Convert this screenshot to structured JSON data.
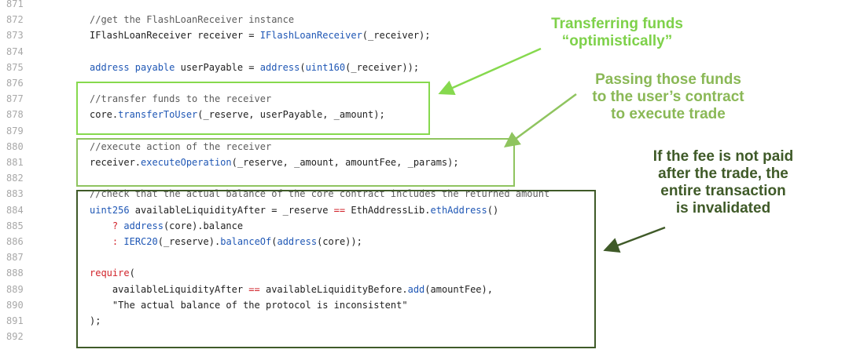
{
  "lines": [
    {
      "n": "871",
      "tokens": []
    },
    {
      "n": "872",
      "tokens": [
        {
          "t": "//get the FlashLoanReceiver instance",
          "c": "comment"
        }
      ]
    },
    {
      "n": "873",
      "tokens": [
        {
          "t": "IFlashLoanReceiver receiver = ",
          "c": "plain"
        },
        {
          "t": "IFlashLoanReceiver",
          "c": "fn"
        },
        {
          "t": "(_receiver);",
          "c": "plain"
        }
      ]
    },
    {
      "n": "874",
      "tokens": []
    },
    {
      "n": "875",
      "tokens": [
        {
          "t": "address payable",
          "c": "type"
        },
        {
          "t": " userPayable = ",
          "c": "plain"
        },
        {
          "t": "address",
          "c": "type"
        },
        {
          "t": "(",
          "c": "plain"
        },
        {
          "t": "uint160",
          "c": "type"
        },
        {
          "t": "(_receiver));",
          "c": "plain"
        }
      ]
    },
    {
      "n": "876",
      "tokens": []
    },
    {
      "n": "877",
      "tokens": [
        {
          "t": "//transfer funds to the receiver",
          "c": "comment"
        }
      ]
    },
    {
      "n": "878",
      "tokens": [
        {
          "t": "core.",
          "c": "plain"
        },
        {
          "t": "transferToUser",
          "c": "fn"
        },
        {
          "t": "(_reserve, userPayable, _amount);",
          "c": "plain"
        }
      ]
    },
    {
      "n": "879",
      "tokens": []
    },
    {
      "n": "880",
      "tokens": [
        {
          "t": "//execute action of the receiver",
          "c": "comment"
        }
      ]
    },
    {
      "n": "881",
      "tokens": [
        {
          "t": "receiver.",
          "c": "plain"
        },
        {
          "t": "executeOperation",
          "c": "fn"
        },
        {
          "t": "(_reserve, _amount, amountFee, _params);",
          "c": "plain"
        }
      ]
    },
    {
      "n": "882",
      "tokens": []
    },
    {
      "n": "883",
      "tokens": [
        {
          "t": "//check that the actual balance of the core contract includes the returned amount",
          "c": "comment"
        }
      ]
    },
    {
      "n": "884",
      "tokens": [
        {
          "t": "uint256",
          "c": "type"
        },
        {
          "t": " availableLiquidityAfter = _reserve ",
          "c": "plain"
        },
        {
          "t": "==",
          "c": "kw"
        },
        {
          "t": " EthAddressLib.",
          "c": "plain"
        },
        {
          "t": "ethAddress",
          "c": "fn"
        },
        {
          "t": "()",
          "c": "plain"
        }
      ]
    },
    {
      "n": "885",
      "tokens": [
        {
          "t": "    ",
          "c": "plain"
        },
        {
          "t": "?",
          "c": "kw"
        },
        {
          "t": " ",
          "c": "plain"
        },
        {
          "t": "address",
          "c": "type"
        },
        {
          "t": "(core).balance",
          "c": "plain"
        }
      ]
    },
    {
      "n": "886",
      "tokens": [
        {
          "t": "    ",
          "c": "plain"
        },
        {
          "t": ":",
          "c": "kw"
        },
        {
          "t": " ",
          "c": "plain"
        },
        {
          "t": "IERC20",
          "c": "fn"
        },
        {
          "t": "(_reserve).",
          "c": "plain"
        },
        {
          "t": "balanceOf",
          "c": "fn"
        },
        {
          "t": "(",
          "c": "plain"
        },
        {
          "t": "address",
          "c": "type"
        },
        {
          "t": "(core));",
          "c": "plain"
        }
      ]
    },
    {
      "n": "887",
      "tokens": []
    },
    {
      "n": "888",
      "tokens": [
        {
          "t": "require",
          "c": "kw"
        },
        {
          "t": "(",
          "c": "plain"
        }
      ]
    },
    {
      "n": "889",
      "tokens": [
        {
          "t": "    availableLiquidityAfter ",
          "c": "plain"
        },
        {
          "t": "==",
          "c": "kw"
        },
        {
          "t": " availableLiquidityBefore.",
          "c": "plain"
        },
        {
          "t": "add",
          "c": "fn"
        },
        {
          "t": "(amountFee),",
          "c": "plain"
        }
      ]
    },
    {
      "n": "890",
      "tokens": [
        {
          "t": "    \"The actual balance of the protocol is inconsistent\"",
          "c": "str"
        }
      ]
    },
    {
      "n": "891",
      "tokens": [
        {
          "t": ");",
          "c": "plain"
        }
      ]
    },
    {
      "n": "892",
      "tokens": []
    }
  ],
  "annotations": {
    "optimistic": [
      "Transferring funds",
      "“optimistically”"
    ],
    "passing": [
      "Passing those funds",
      "to the user’s contract",
      "to execute trade"
    ],
    "fee": [
      "If the fee is not paid",
      "after the trade, the",
      "entire transaction",
      "is invalidated"
    ]
  },
  "colors": {
    "box_light": "#86d94e",
    "box_mid": "#8fc45f",
    "box_dark": "#3f5a28",
    "comment": "#5c5c5c",
    "type": "#1f57b5",
    "keyword": "#d1232a"
  }
}
